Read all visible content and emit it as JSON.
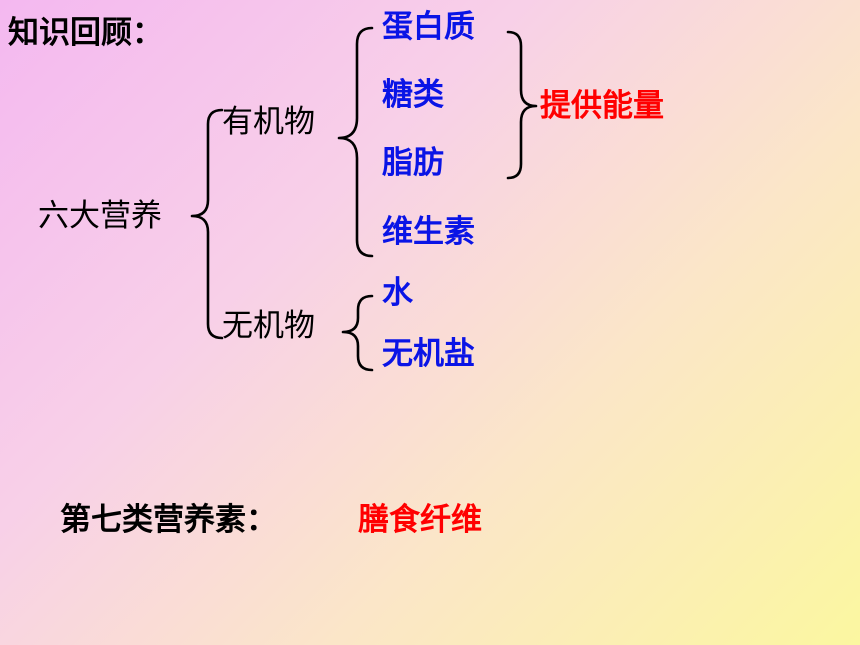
{
  "title": "知识回顾：",
  "root": "六大营养",
  "organic": {
    "label": "有机物",
    "items": [
      "蛋白质",
      "糖类",
      "脂肪",
      "维生素"
    ]
  },
  "inorganic": {
    "label": "无机物",
    "items": [
      "水",
      "无机盐"
    ]
  },
  "energy_note": "提供能量",
  "seventh": {
    "label": "第七类营养素：",
    "value": "膳食纤维"
  },
  "colors": {
    "item_blue": "#0a14e6",
    "highlight_red": "#ff0000",
    "text_black": "#000000"
  }
}
